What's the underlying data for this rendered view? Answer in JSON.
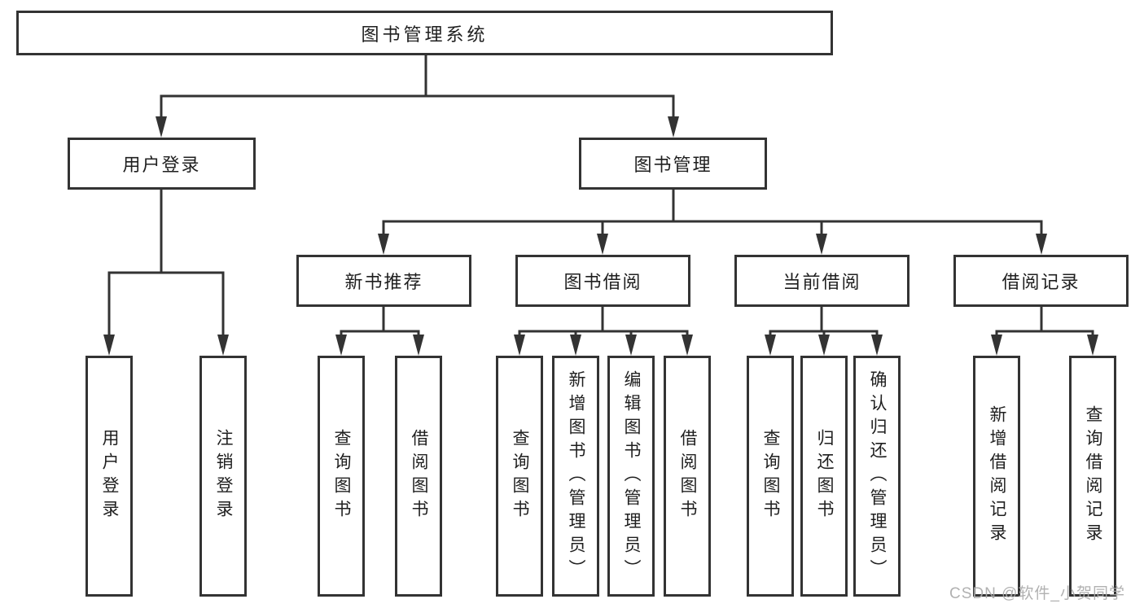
{
  "colors": {
    "background": "#ffffff",
    "line": "#333333",
    "box_border": "#333333",
    "text": "#1f1f1f",
    "watermark": "#ababab"
  },
  "watermark": {
    "text": "CSDN @软件_小贺同学"
  },
  "tree": {
    "root": {
      "label": "图书管理系统",
      "children": [
        {
          "label": "用户登录",
          "children": [
            {
              "label": "用户登录"
            },
            {
              "label": "注销登录"
            }
          ]
        },
        {
          "label": "图书管理",
          "children": [
            {
              "label": "新书推荐",
              "children": [
                {
                  "label": "查询图书"
                },
                {
                  "label": "借阅图书"
                }
              ]
            },
            {
              "label": "图书借阅",
              "children": [
                {
                  "label": "查询图书"
                },
                {
                  "label": "新增图书（管理员）"
                },
                {
                  "label": "编辑图书（管理员）"
                },
                {
                  "label": "借阅图书"
                }
              ]
            },
            {
              "label": "当前借阅",
              "children": [
                {
                  "label": "查询图书"
                },
                {
                  "label": "归还图书"
                },
                {
                  "label": "确认归还（管理员）"
                }
              ]
            },
            {
              "label": "借阅记录",
              "children": [
                {
                  "label": "新增借阅记录"
                },
                {
                  "label": "查询借阅记录"
                }
              ]
            }
          ]
        }
      ]
    }
  }
}
